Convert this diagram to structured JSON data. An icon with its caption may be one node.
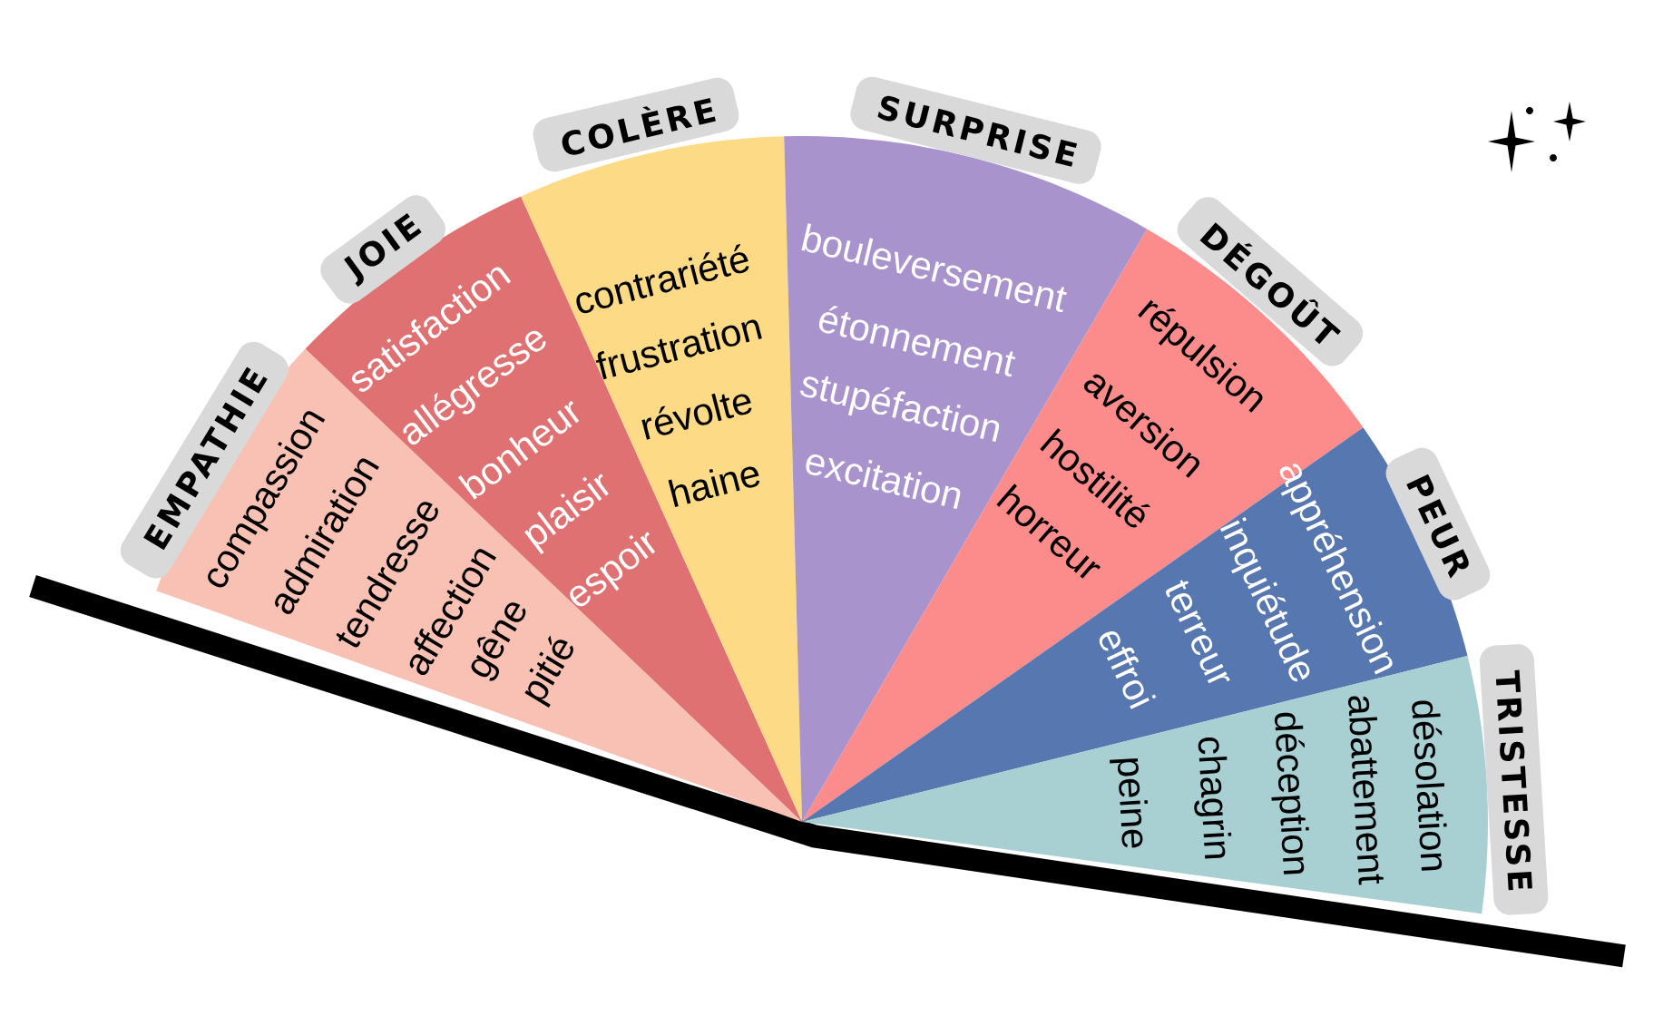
{
  "diagram": {
    "nodes": [
      {
        "text": [
          "EMPATHIE",
          "compassion",
          "admiration",
          "tendresse",
          "affection",
          "gêne",
          "pitié"
        ]
      },
      {
        "text": [
          "JOIE",
          "satisfaction",
          "allégresse",
          "bonheur",
          "plaisir",
          "espoir"
        ]
      },
      {
        "text": [
          "COLÈRE",
          "contrariété",
          "frustration",
          "révolte",
          "haine"
        ]
      },
      {
        "text": [
          "SURPRISE",
          "bouleversement",
          "étonnement",
          "stupéfaction",
          "excitation"
        ]
      },
      {
        "text": [
          "DÉGOÛT",
          "répulsion",
          "aversion",
          "hostilité",
          "horreur"
        ]
      },
      {
        "text": [
          "PEUR",
          "appréhension",
          "inquiétude",
          "terreur",
          "effroi"
        ]
      },
      {
        "text": [
          "TRISTESSE",
          "désolation",
          "abattement",
          "déception",
          "chagrin",
          "peine"
        ]
      }
    ]
  }
}
